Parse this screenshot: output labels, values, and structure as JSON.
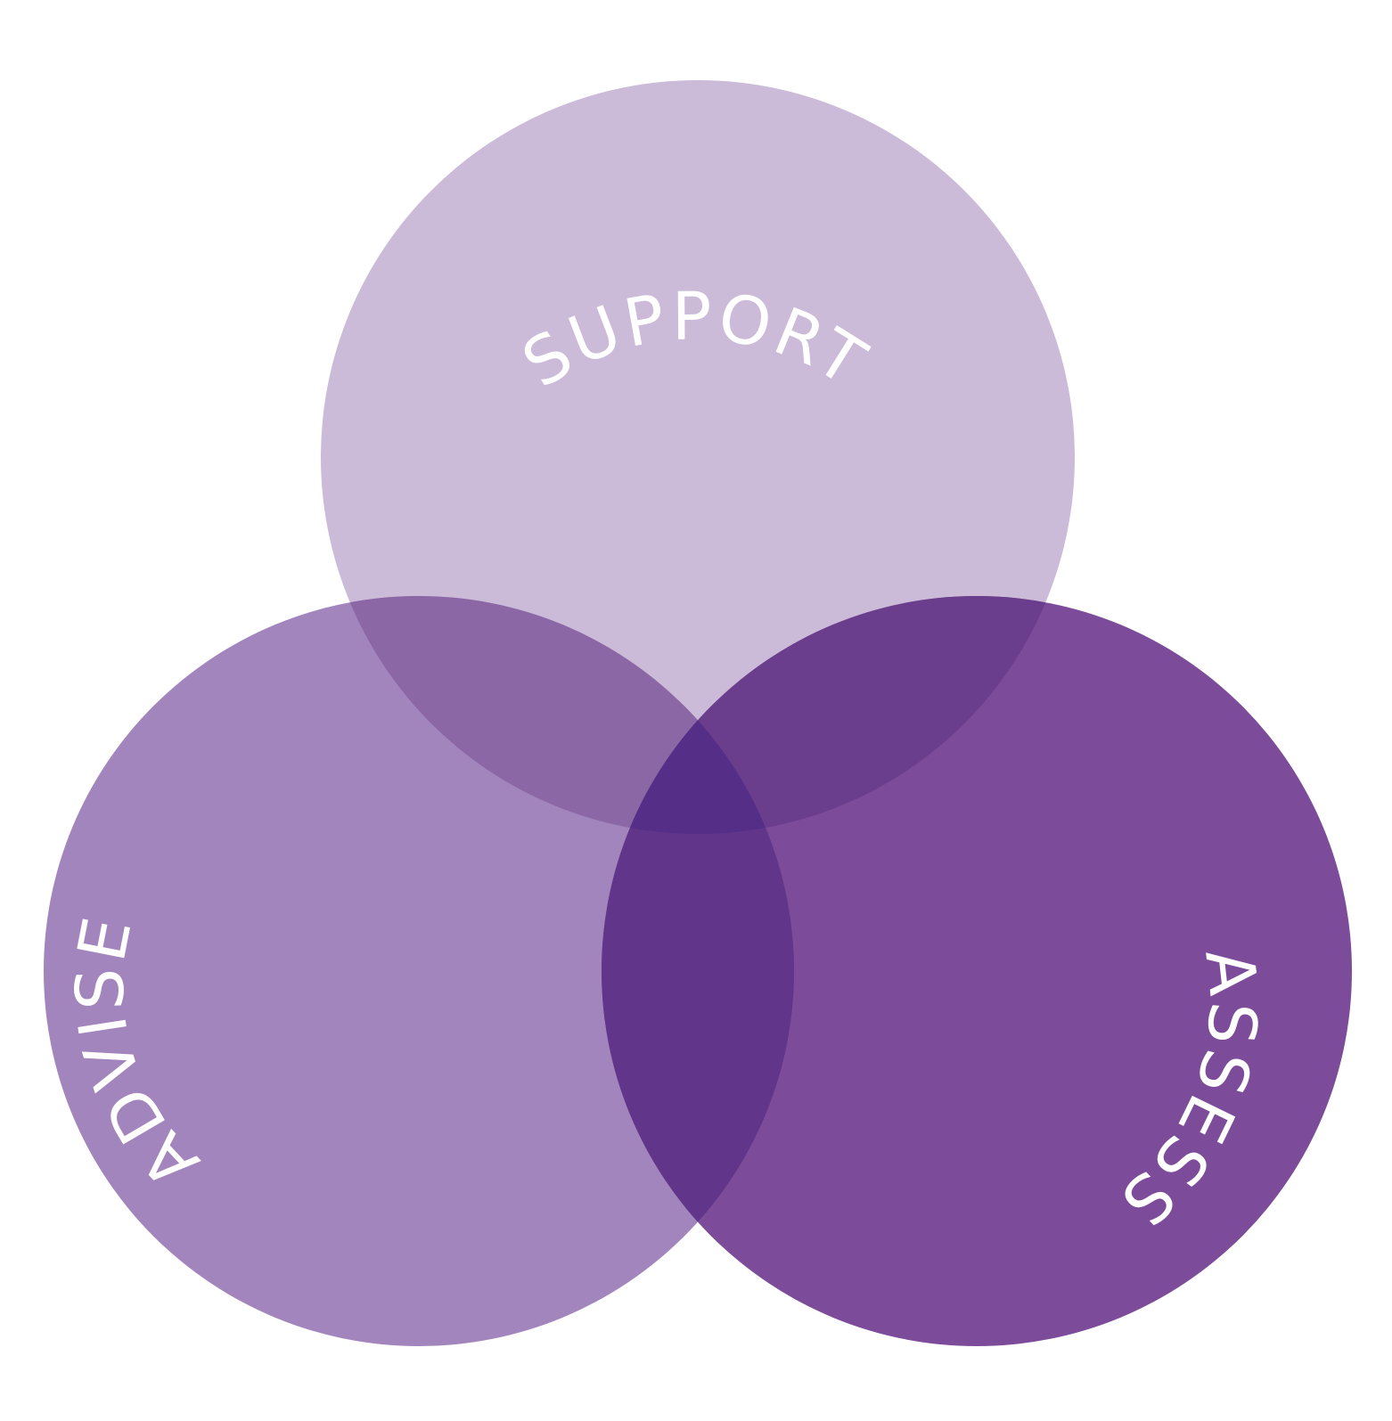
{
  "diagram": {
    "type": "venn",
    "circles": [
      {
        "id": "support",
        "label": "SUPPORT",
        "color": "#cbbad8"
      },
      {
        "id": "advise",
        "label": "ADVISE",
        "color": "#a385bd"
      },
      {
        "id": "assess",
        "label": "ASSESS",
        "color": "#7c4b99"
      }
    ],
    "overlap_colors": {
      "support_advise": "#8b67a6",
      "support_assess": "#6a3e8c",
      "advise_assess": "#61358a",
      "all_three": "#542e87"
    },
    "background": "#ffffff"
  }
}
